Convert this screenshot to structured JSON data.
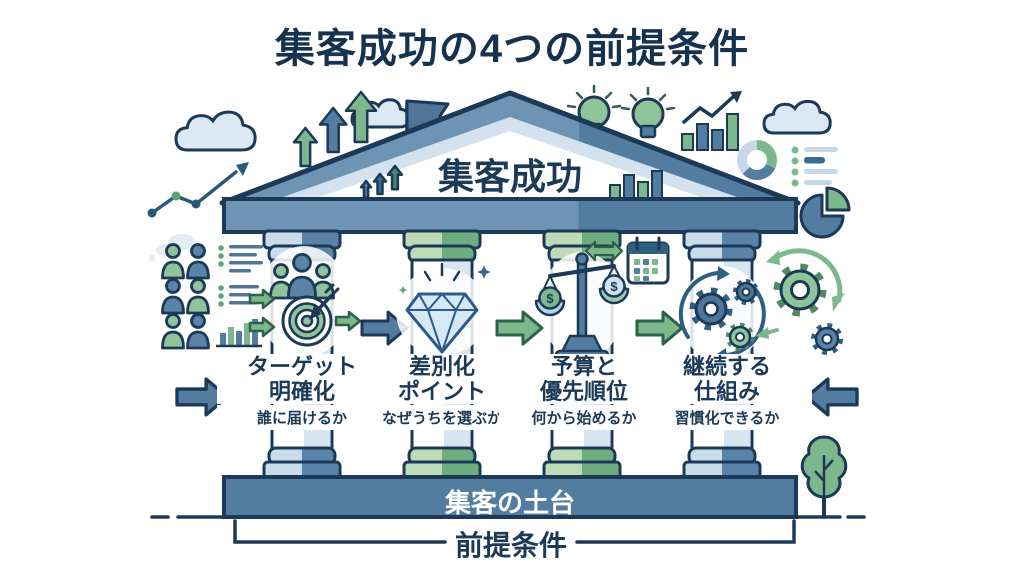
{
  "title": "集客成功の4つの前提条件",
  "roof": {
    "label": "集客成功"
  },
  "pillars": [
    {
      "title_line1": "ターゲット",
      "title_line2": "明確化",
      "subtitle": "誰に届けるか",
      "icon": "audience-target-icon",
      "accent_color": "#5b83a7"
    },
    {
      "title_line1": "差別化",
      "title_line2": "ポイント",
      "subtitle": "なぜうちを選ぶか",
      "icon": "diamond-icon",
      "accent_color": "#6dad80"
    },
    {
      "title_line1": "予算と",
      "title_line2": "優先順位",
      "subtitle": "何から始めるか",
      "icon": "balance-scale-icon",
      "accent_color": "#6dad80"
    },
    {
      "title_line1": "継続する",
      "title_line2": "仕組み",
      "subtitle": "習慣化できるか",
      "icon": "gears-cycle-icon",
      "accent_color": "#5b83a7"
    }
  ],
  "foundation": {
    "label": "集客の土台"
  },
  "bracket": {
    "label": "前提条件"
  },
  "icons": {
    "dollar_symbol": "$",
    "decorations": [
      "cloud-icon",
      "growth-line-chart-icon",
      "up-arrow-icon",
      "flag-icon",
      "lightbulb-icon",
      "bar-chart-icon",
      "donut-chart-icon",
      "pie-chart-icon",
      "checklist-icon",
      "people-audience-icon",
      "calendar-icon",
      "swap-arrow-icon",
      "gear-icon",
      "cycle-arrow-icon",
      "tree-icon",
      "flow-arrow-icon"
    ]
  },
  "colors": {
    "navy_outline": "#1c3a57",
    "title_text": "#16324f",
    "slate_blue": "#527ca0",
    "steel_blue": "#5b83a7",
    "light_blue": "#cfe0ed",
    "pale_blue": "#dce9f4",
    "green": "#7db88c",
    "light_green": "#8fc49a",
    "dark_green_outline": "#2d5f49",
    "white": "#ffffff"
  }
}
